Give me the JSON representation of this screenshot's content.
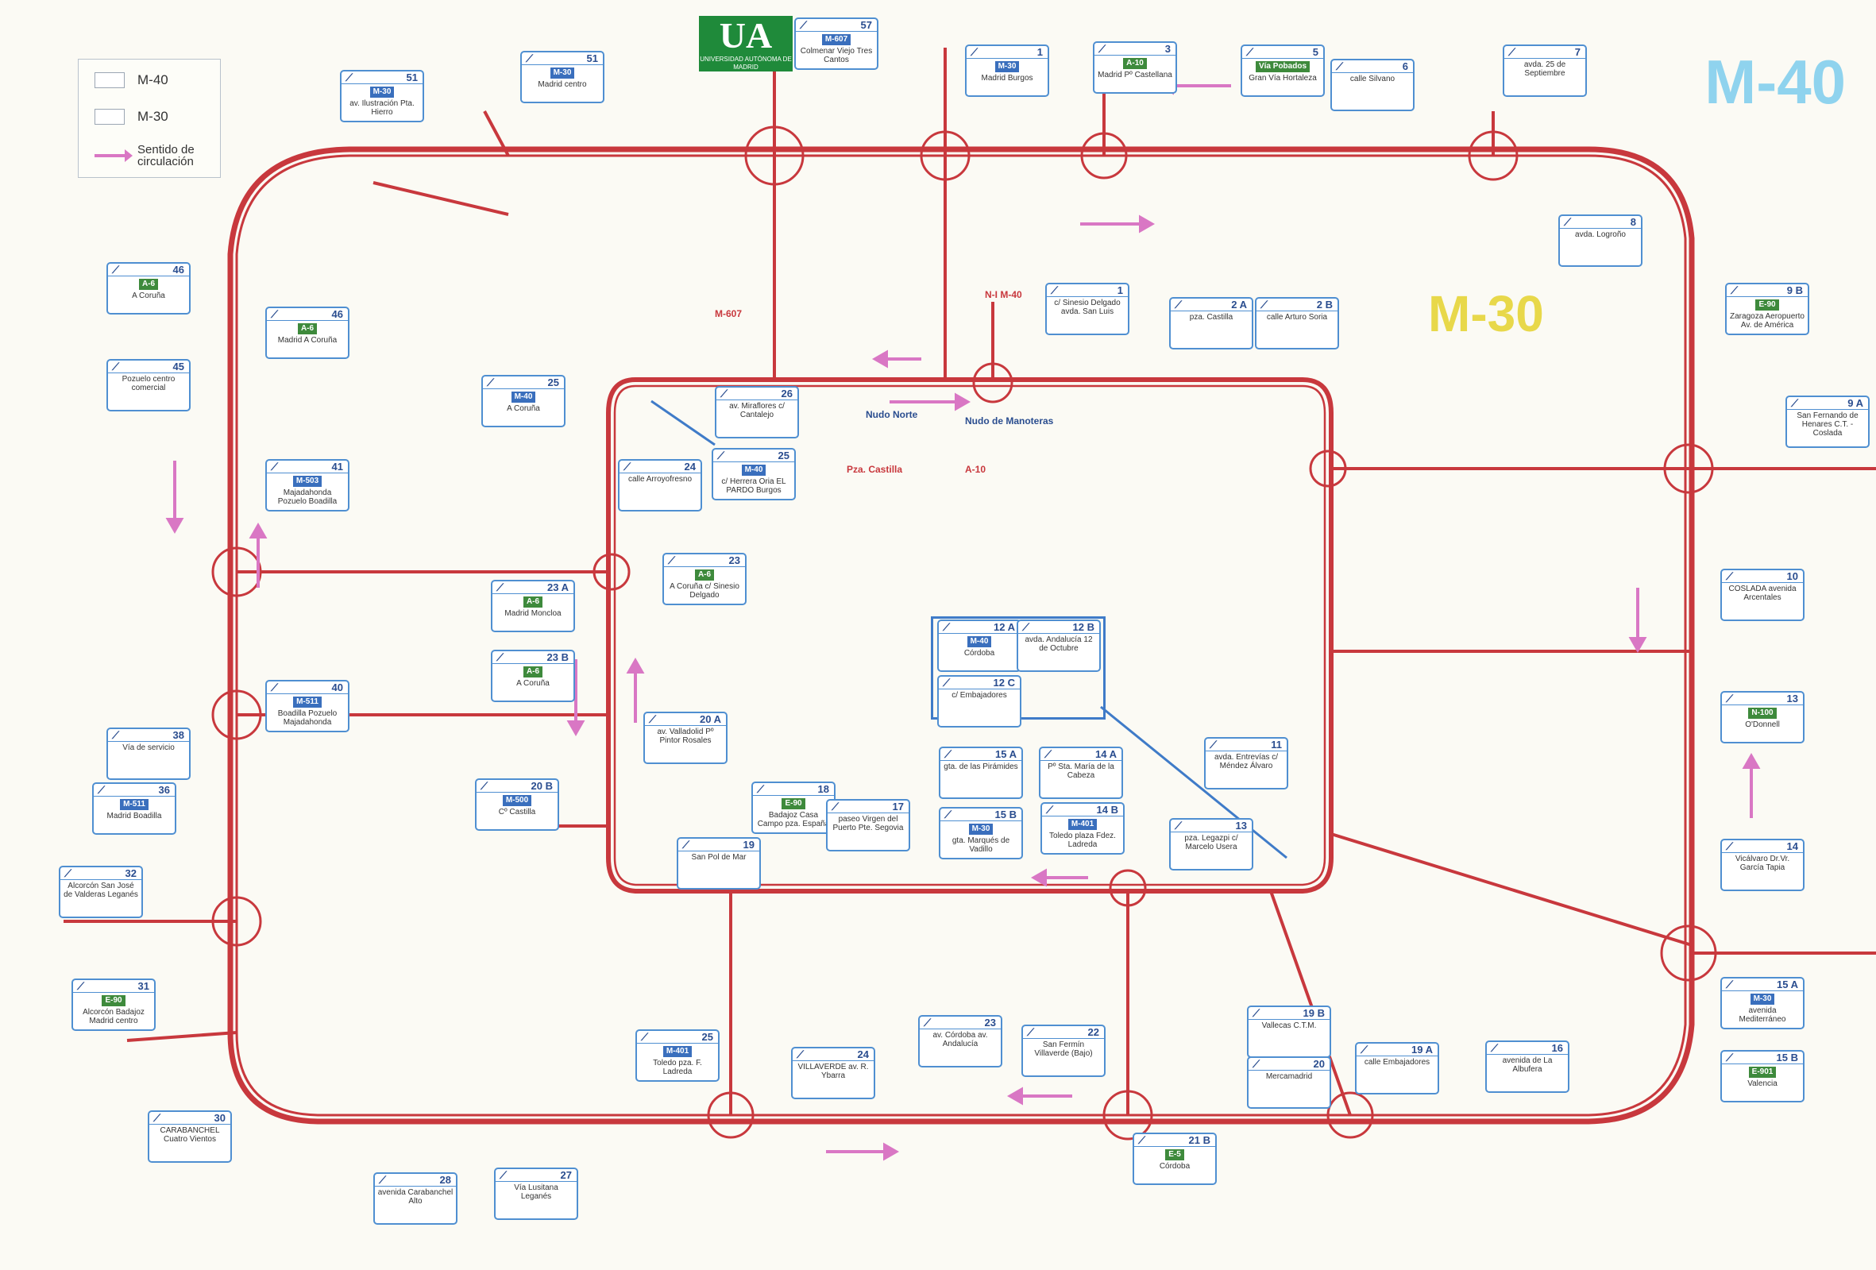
{
  "map": {
    "title_m40": "M-40",
    "title_m30": "M-30",
    "logo": {
      "text": "UA",
      "subtitle": "UNIVERSIDAD AUTÓNOMA DE MADRID"
    },
    "colors": {
      "road": "#c8383d",
      "sign_border": "#4f8fd1",
      "sign_green": "#3e8a3c",
      "arrow": "#d977c4",
      "m40_label": "#8fd3ee",
      "m30_label": "#e8d84a"
    },
    "legend": {
      "items": [
        "M-40",
        "M-30",
        "Sentido de circulación"
      ]
    },
    "signs": [
      {
        "exit": "51",
        "text": "Madrid centro",
        "tag": "M-30"
      },
      {
        "exit": "51",
        "text": "av. Ilustración Pta. Hierro",
        "tag": "M-30"
      },
      {
        "exit": "57",
        "text": "Colmenar Viejo Tres Cantos",
        "tag": "M-607"
      },
      {
        "exit": "1",
        "text": "Madrid Burgos",
        "tag": "M-30"
      },
      {
        "exit": "3",
        "text": "Madrid Pº Castellana",
        "tag": "A-10"
      },
      {
        "exit": "5",
        "text": "Gran Vía Hortaleza",
        "tag": "Vía Pobados"
      },
      {
        "exit": "6",
        "text": "calle Silvano",
        "tag": ""
      },
      {
        "exit": "7",
        "text": "avda. 25 de Septiembre",
        "tag": ""
      },
      {
        "exit": "46",
        "text": "A Coruña",
        "tag": "A-6"
      },
      {
        "exit": "46",
        "text": "Madrid A Coruña",
        "tag": "A-6"
      },
      {
        "exit": "45",
        "text": "Pozuelo centro comercial",
        "tag": ""
      },
      {
        "exit": "41",
        "text": "Majadahonda Pozuelo Boadilla",
        "tag": "M-503"
      },
      {
        "exit": "40",
        "text": "Boadilla Pozuelo Majadahonda",
        "tag": "M-511"
      },
      {
        "exit": "38",
        "text": "Vía de servicio",
        "tag": ""
      },
      {
        "exit": "36",
        "text": "Madrid Boadilla",
        "tag": "M-511"
      },
      {
        "exit": "32",
        "text": "Alcorcón San José de Valderas Leganés",
        "tag": ""
      },
      {
        "exit": "31",
        "text": "Alcorcón Badajoz Madrid centro",
        "tag": "E-90"
      },
      {
        "exit": "30",
        "text": "CARABANCHEL Cuatro Vientos",
        "tag": ""
      },
      {
        "exit": "28",
        "text": "avenida Carabanchel Alto",
        "tag": ""
      },
      {
        "exit": "27",
        "text": "Vía Lusitana Leganés",
        "tag": ""
      },
      {
        "exit": "25",
        "text": "Toledo pza. F. Ladreda",
        "tag": "M-401"
      },
      {
        "exit": "24",
        "text": "VILLAVERDE av. R. Ybarra",
        "tag": ""
      },
      {
        "exit": "23",
        "text": "av. Córdoba av. Andalucía",
        "tag": ""
      },
      {
        "exit": "22",
        "text": "San Fermín Villaverde (Bajo)",
        "tag": ""
      },
      {
        "exit": "21 B",
        "text": "Córdoba",
        "tag": "E-5"
      },
      {
        "exit": "20",
        "text": "Mercamadrid",
        "tag": ""
      },
      {
        "exit": "19 B",
        "text": "Vallecas C.T.M.",
        "tag": ""
      },
      {
        "exit": "19 A",
        "text": "calle Embajadores",
        "tag": ""
      },
      {
        "exit": "16",
        "text": "avenida de La Albufera",
        "tag": ""
      },
      {
        "exit": "15 A",
        "text": "avenida Mediterráneo",
        "tag": "M-30"
      },
      {
        "exit": "15 B",
        "text": "Valencia",
        "tag": "E-901"
      },
      {
        "exit": "14",
        "text": "Vicálvaro Dr.Vr. García Tapia",
        "tag": ""
      },
      {
        "exit": "13",
        "text": "O'Donnell",
        "tag": "N-100"
      },
      {
        "exit": "10",
        "text": "COSLADA avenida Arcentales",
        "tag": ""
      },
      {
        "exit": "9 A",
        "text": "San Fernando de Henares C.T. - Coslada",
        "tag": ""
      },
      {
        "exit": "9 B",
        "text": "Zaragoza Aeropuerto Av. de América",
        "tag": "E-90"
      },
      {
        "exit": "8",
        "text": "avda. Logroño",
        "tag": ""
      }
    ],
    "m30_signs": [
      {
        "exit": "25",
        "text": "A Coruña",
        "tag": "M-40"
      },
      {
        "exit": "26",
        "text": "av. Miraflores c/ Cantalejo",
        "tag": ""
      },
      {
        "exit": "25",
        "text": "c/ Herrera Oria EL PARDO Burgos",
        "tag": "M-40"
      },
      {
        "exit": "24",
        "text": "calle Arroyofresno",
        "tag": ""
      },
      {
        "exit": "23",
        "text": "A Coruña c/ Sinesio Delgado",
        "tag": "A-6"
      },
      {
        "exit": "23 A",
        "text": "Madrid Moncloa",
        "tag": "A-6"
      },
      {
        "exit": "23 B",
        "text": "A Coruña",
        "tag": "A-6"
      },
      {
        "exit": "20 A",
        "text": "av. Valladolid Pº Pintor Rosales",
        "tag": ""
      },
      {
        "exit": "20 B",
        "text": "Cº Castilla",
        "tag": "M-500"
      },
      {
        "exit": "19",
        "text": "San Pol de Mar",
        "tag": ""
      },
      {
        "exit": "18",
        "text": "Badajoz Casa Campo pza. España",
        "tag": "E-90"
      },
      {
        "exit": "17",
        "text": "paseo Virgen del Puerto Pte. Segovia",
        "tag": ""
      },
      {
        "exit": "1",
        "text": "c/ Sinesio Delgado avda. San Luis",
        "tag": ""
      },
      {
        "exit": "2 A",
        "text": "pza. Castilla",
        "tag": ""
      },
      {
        "exit": "2 B",
        "text": "calle Arturo Soria",
        "tag": ""
      },
      {
        "exit": "12 A",
        "text": "Córdoba",
        "tag": "M-40"
      },
      {
        "exit": "12 B",
        "text": "avda. Andalucía 12 de Octubre",
        "tag": ""
      },
      {
        "exit": "12 C",
        "text": "c/ Embajadores",
        "tag": ""
      },
      {
        "exit": "15 A",
        "text": "gta. de las Pirámides",
        "tag": ""
      },
      {
        "exit": "14 A",
        "text": "Pº Sta. María de la Cabeza",
        "tag": ""
      },
      {
        "exit": "15 B",
        "text": "gta. Marqués de Vadillo",
        "tag": "M-30"
      },
      {
        "exit": "14 B",
        "text": "Toledo plaza Fdez. Ladreda",
        "tag": "M-401"
      },
      {
        "exit": "13",
        "text": "pza. Legazpi c/ Marcelo Usera",
        "tag": ""
      },
      {
        "exit": "11",
        "text": "avda. Entrevías c/ Méndez Álvaro",
        "tag": ""
      }
    ],
    "labels": {
      "nudo_norte": "Nudo Norte",
      "nudo_manoteras": "Nudo de Manoteras",
      "pza_castilla": "Pza. Castilla",
      "a10": "A-10",
      "m607": "M-607",
      "n1_m40": "N-I M-40"
    }
  }
}
